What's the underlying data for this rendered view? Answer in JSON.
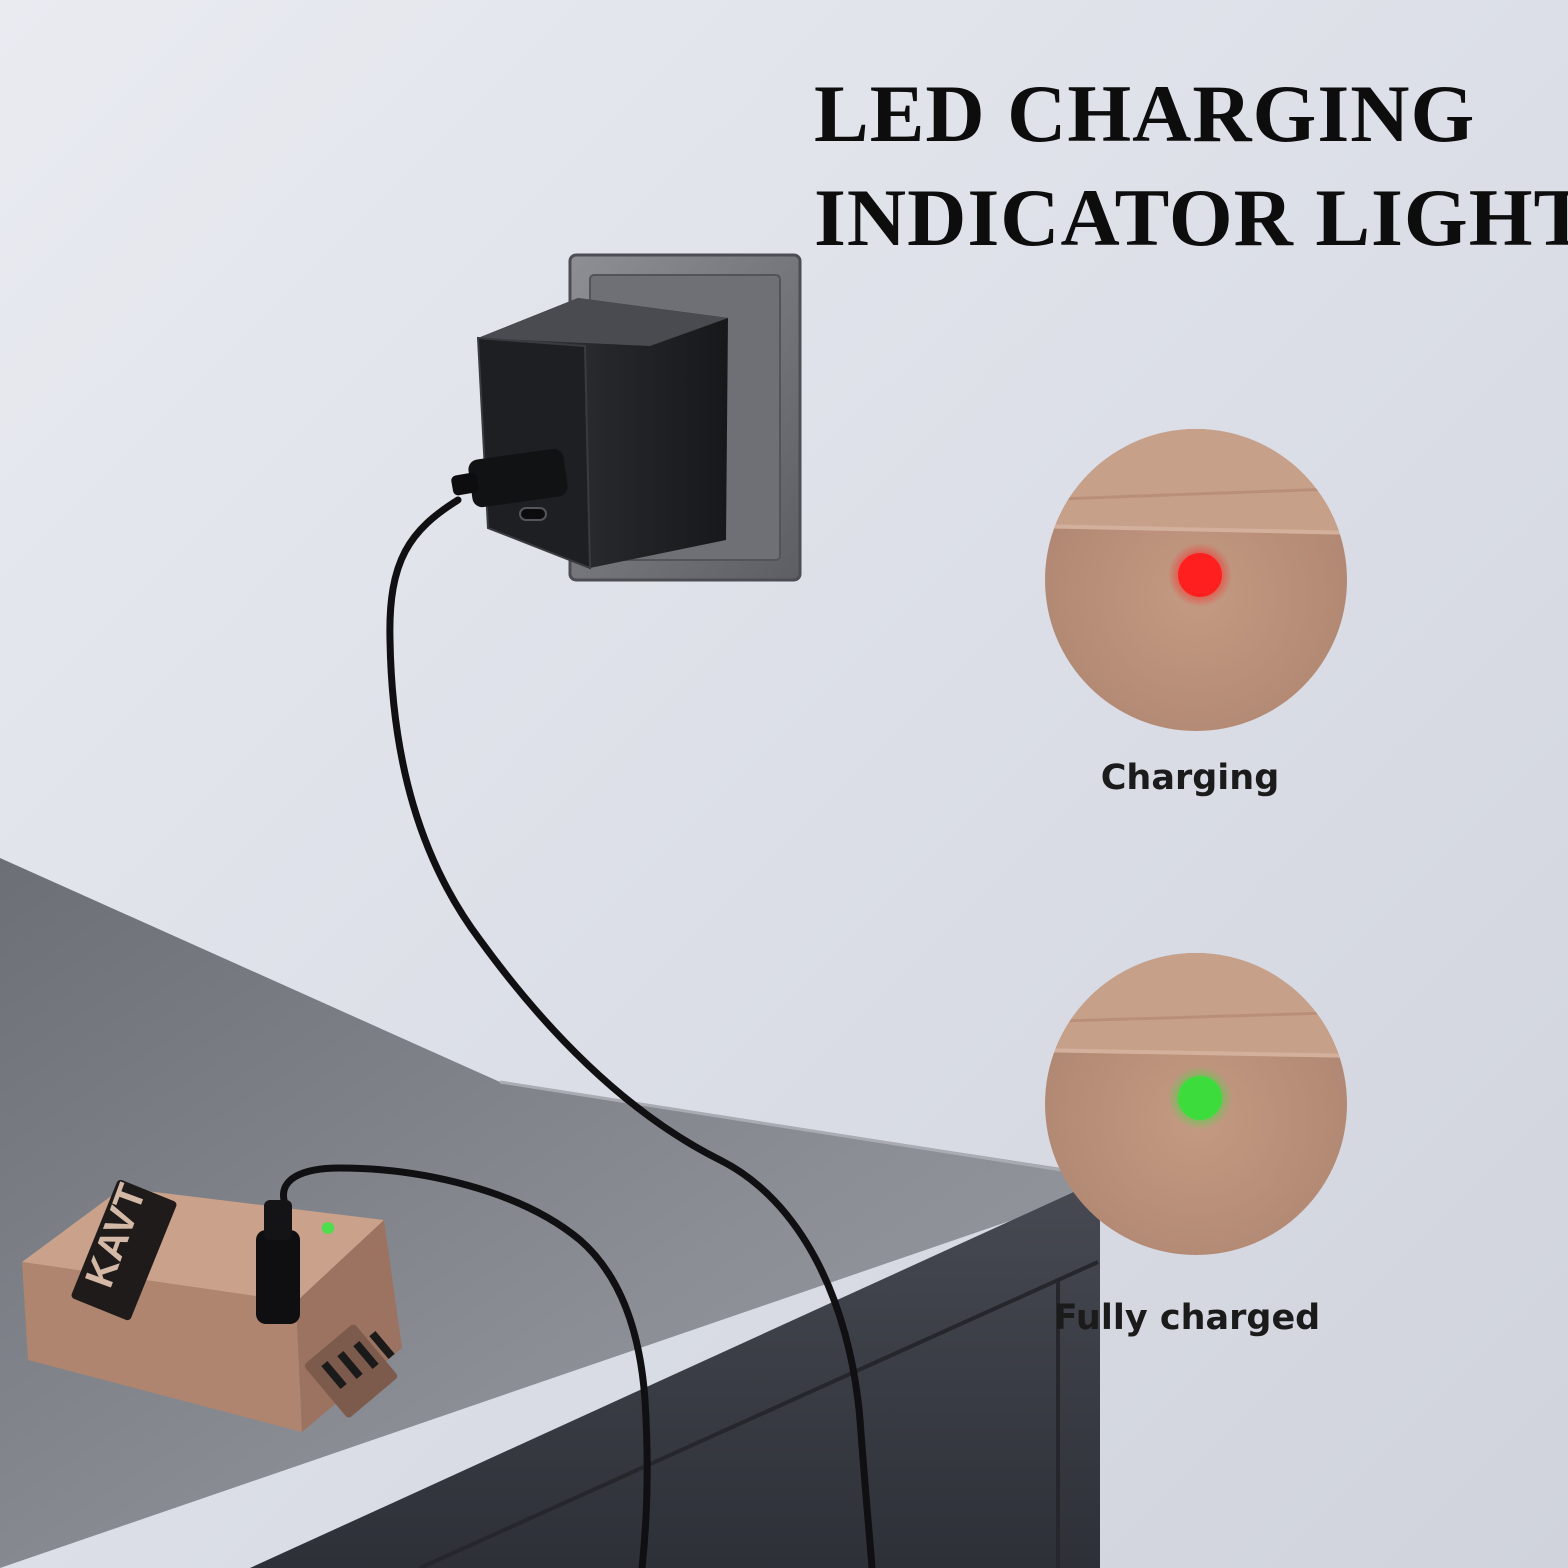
{
  "headline": {
    "line1": "LED CHARGING",
    "line2": "INDICATOR LIGHT"
  },
  "indicators": [
    {
      "label": "Charging",
      "led_color": "#ff1f1f"
    },
    {
      "label": "Fully charged",
      "led_color": "#3ddc3d"
    }
  ],
  "battery": {
    "brand": "KAVT"
  },
  "colors": {
    "wall": "#dde0e7",
    "desk_top": "#7d8087",
    "desk_front": "#3a3d45",
    "battery_body": "#b48c76",
    "charger": "#2a2b2f"
  }
}
